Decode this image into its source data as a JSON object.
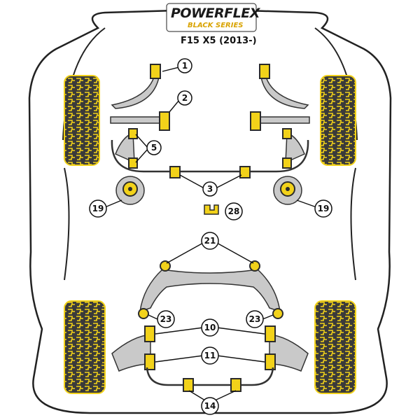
{
  "brand": {
    "name": "POWERFLEX",
    "series": "BLACK SERIES"
  },
  "model": "F15 X5 (2013-)",
  "callouts": [
    {
      "id": "c1",
      "label": "1"
    },
    {
      "id": "c2",
      "label": "2"
    },
    {
      "id": "c5",
      "label": "5"
    },
    {
      "id": "c3",
      "label": "3"
    },
    {
      "id": "c19l",
      "label": "19"
    },
    {
      "id": "c19r",
      "label": "19"
    },
    {
      "id": "c28",
      "label": "28"
    },
    {
      "id": "c21",
      "label": "21"
    },
    {
      "id": "c23l",
      "label": "23"
    },
    {
      "id": "c23r",
      "label": "23"
    },
    {
      "id": "c10",
      "label": "10"
    },
    {
      "id": "c11",
      "label": "11"
    },
    {
      "id": "c14",
      "label": "14"
    }
  ],
  "colors": {
    "bushing_yellow": "#f2d21a",
    "bushing_dark": "#2b2b2b",
    "tyre_dark": "#3a3a3a",
    "part_grey": "#c9c9c9",
    "outline": "#333333",
    "brand_gold": "#d9a300"
  }
}
